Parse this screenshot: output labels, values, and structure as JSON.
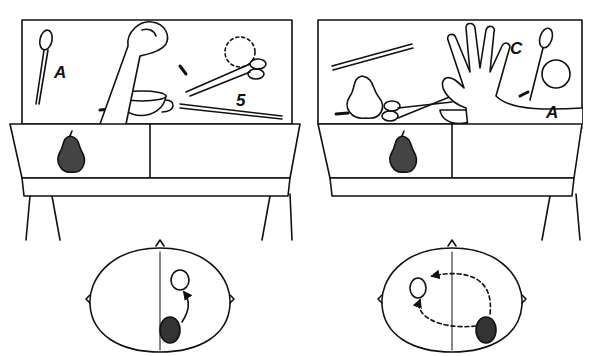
{
  "diagram": {
    "labels": [
      "A",
      "5",
      "C",
      "A"
    ]
  }
}
